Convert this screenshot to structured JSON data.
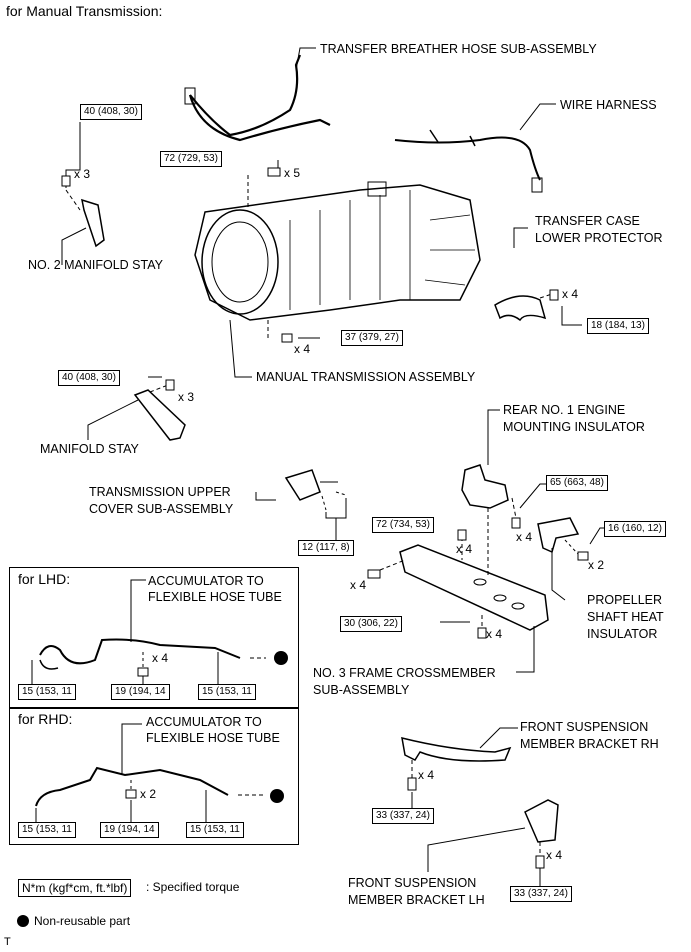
{
  "heading": "for Manual Transmission:",
  "parts": {
    "transfer_breather_hose": "TRANSFER BREATHER HOSE SUB-ASSEMBLY",
    "wire_harness": "WIRE HARNESS",
    "no2_manifold_stay": "NO. 2 MANIFOLD STAY",
    "transfer_case_lower_protector_1": "TRANSFER CASE",
    "transfer_case_lower_protector_2": "LOWER PROTECTOR",
    "manual_transmission_assembly": "MANUAL TRANSMISSION ASSEMBLY",
    "manifold_stay": "MANIFOLD STAY",
    "rear_mount_1": "REAR NO. 1 ENGINE",
    "rear_mount_2": "MOUNTING INSULATOR",
    "upper_cover_1": "TRANSMISSION UPPER",
    "upper_cover_2": "COVER SUB-ASSEMBLY",
    "prop_shaft_1": "PROPELLER",
    "prop_shaft_2": "SHAFT HEAT",
    "prop_shaft_3": "INSULATOR",
    "crossmember_1": "NO. 3 FRAME CROSSMEMBER",
    "crossmember_2": "SUB-ASSEMBLY",
    "front_susp_rh_1": "FRONT SUSPENSION",
    "front_susp_rh_2": "MEMBER BRACKET RH",
    "front_susp_lh_1": "FRONT SUSPENSION",
    "front_susp_lh_2": "MEMBER BRACKET LH"
  },
  "torques": {
    "t40a": "40 (408, 30)",
    "t72a": "72 (729, 53)",
    "t37": "37 (379, 27)",
    "t18": "18 (184, 13)",
    "t40b": "40 (408, 30)",
    "t65": "65 (663, 48)",
    "t72b": "72 (734, 53)",
    "t16": "16 (160, 12)",
    "t12": "12 (117, 8)",
    "t30": "30 (306, 22)",
    "t33a": "33 (337, 24)",
    "t33b": "33 (337, 24)"
  },
  "multipliers": {
    "m_no2stay": "x 3",
    "m_72": "x 5",
    "m_protector": "x 4",
    "m_37": "x 4",
    "m_manifold": "x 3",
    "m_65": "x 4",
    "m_72b": "x 4",
    "m_16": "x 2",
    "m_cross_left": "x 4",
    "m_30": "x 4",
    "m_rh": "x 4",
    "m_lh": "x 4"
  },
  "lhd_panel": {
    "title": "for LHD:",
    "label_1": "ACCUMULATOR TO",
    "label_2": "FLEXIBLE HOSE TUBE",
    "mult": "x 4",
    "t_left": "15 (153, 11",
    "t_mid": "19 (194, 14",
    "t_right": "15 (153, 11"
  },
  "rhd_panel": {
    "title": "for RHD:",
    "label_1": "ACCUMULATOR TO",
    "label_2": "FLEXIBLE HOSE TUBE",
    "mult": "x 2",
    "t_left": "15 (153, 11",
    "t_mid": "19 (194, 14",
    "t_right": "15 (153, 11"
  },
  "legend": {
    "torque_box": "N*m (kgf*cm, ft.*lbf)",
    "torque_text": ": Specified torque",
    "nonreusable_text": "Non-reusable part"
  },
  "footer_mark": "T"
}
